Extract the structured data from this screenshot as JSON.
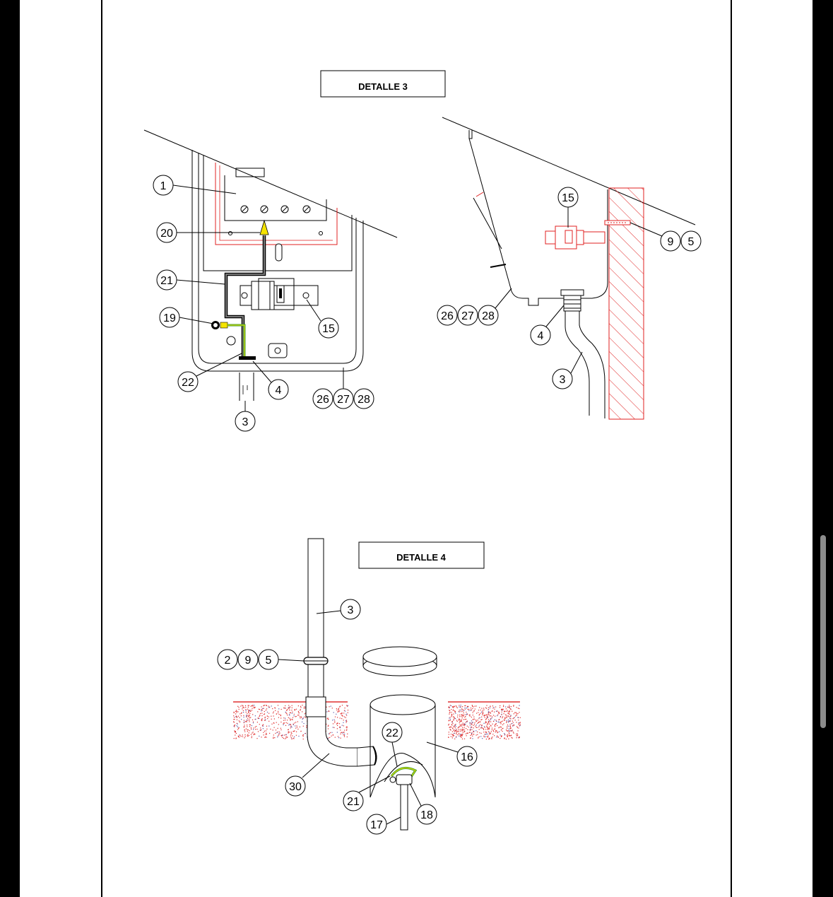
{
  "detalle_3": {
    "title": "DETALLE 3",
    "front_labels": {
      "l1": "1",
      "l20": "20",
      "l21": "21",
      "l19": "19",
      "l22": "22",
      "l4": "4",
      "l3": "3",
      "l15": "15",
      "l26": "26",
      "l27": "27",
      "l28": "28"
    },
    "side_labels": {
      "l15": "15",
      "l9": "9",
      "l5": "5",
      "l26": "26",
      "l27": "27",
      "l28": "28",
      "l4": "4",
      "l3": "3"
    }
  },
  "detalle_4": {
    "title": "DETALLE 4",
    "labels": {
      "l3": "3",
      "l2": "2",
      "l9": "9",
      "l5": "5",
      "l30": "30",
      "l22": "22",
      "l16": "16",
      "l21": "21",
      "l18": "18",
      "l17": "17"
    }
  },
  "colors": {
    "line": "#000000",
    "detail_red": "#e02020",
    "earth_wire_yellow": "#f5e400",
    "earth_wire_green": "#3a9a2a",
    "soil_dots": "#e03030"
  }
}
